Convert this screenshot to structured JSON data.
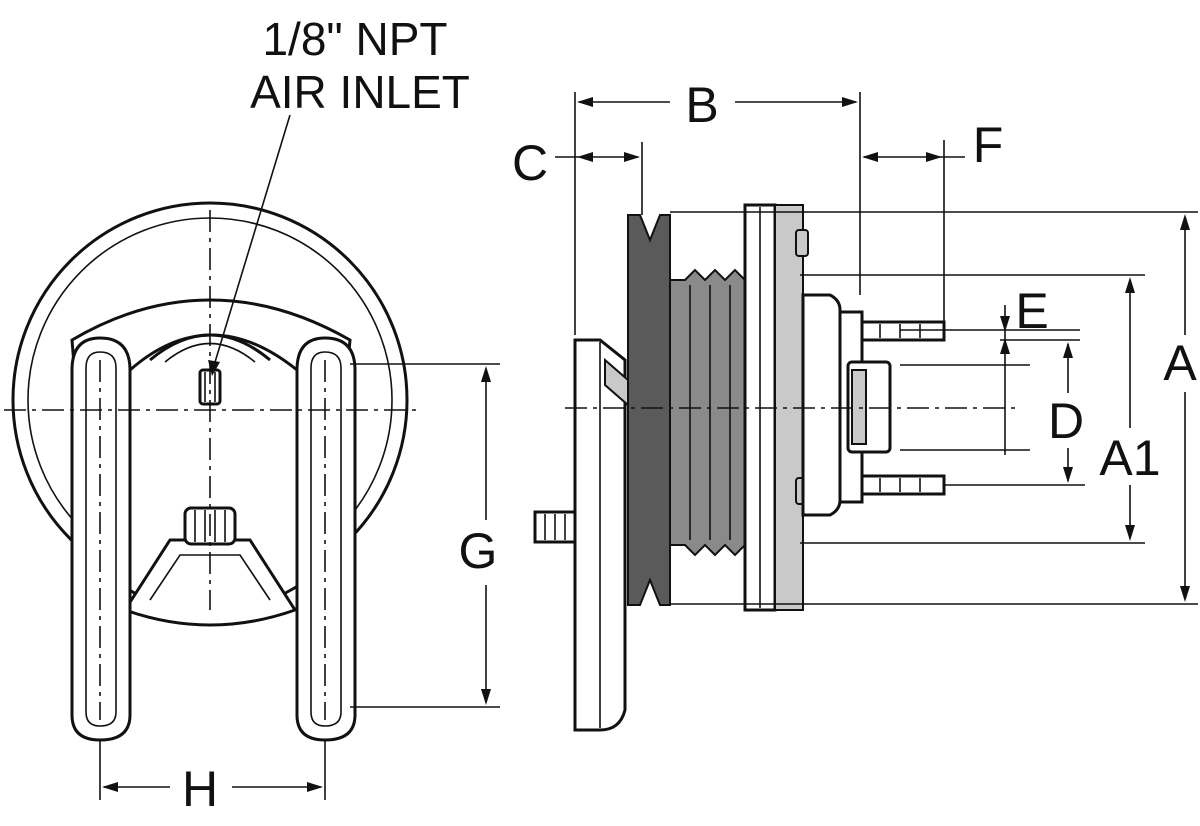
{
  "callout": {
    "line1": "1/8\" NPT",
    "line2": "AIR INLET"
  },
  "dimensions": {
    "a": "A",
    "a1": "A1",
    "b": "B",
    "c": "C",
    "d": "D",
    "e": "E",
    "f": "F",
    "g": "G",
    "h": "H"
  }
}
